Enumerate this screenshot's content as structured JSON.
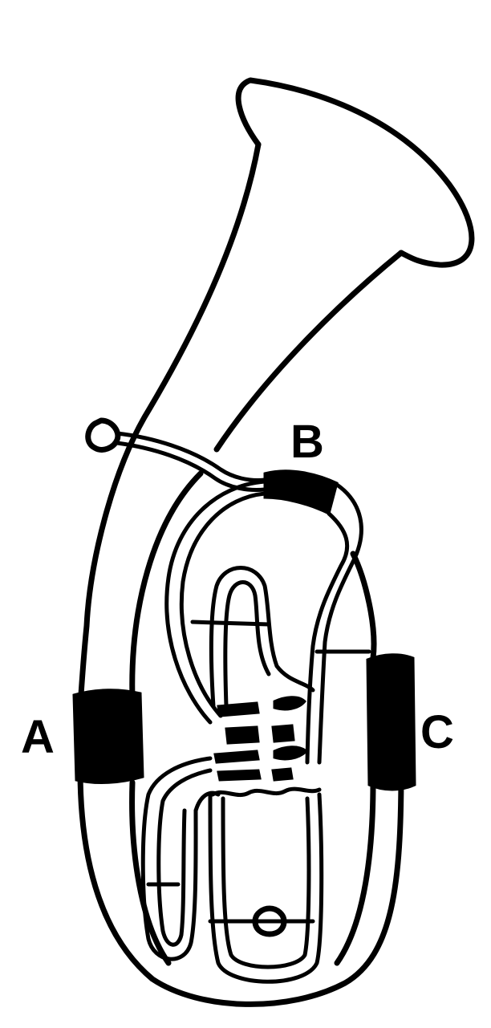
{
  "diagram": {
    "labels": {
      "a": "A",
      "b": "B",
      "c": "C"
    },
    "colors": {
      "ink": "#000000",
      "background": "#ffffff"
    }
  }
}
